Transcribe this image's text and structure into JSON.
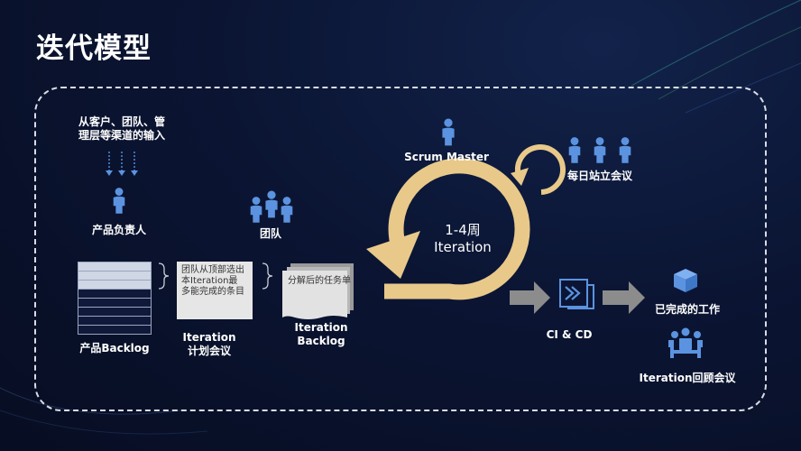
{
  "title": "迭代模型",
  "input": {
    "line1": "从客户、团队、管",
    "line2": "理层等渠道的输入"
  },
  "product_owner": "产品负责人",
  "team": "团队",
  "product_backlog": "产品Backlog",
  "planning_note": {
    "line1": "团队从顶部选出",
    "line2": "本Iteration最",
    "line3": "多能完成的条目"
  },
  "iteration_planning": {
    "line1": "Iteration",
    "line2": "计划会议"
  },
  "task_list": "分解后的任务单",
  "iteration_backlog": {
    "line1": "Iteration",
    "line2": "Backlog"
  },
  "scrum_master": "Scrum Master",
  "iteration_cycle": {
    "line1": "1-4周",
    "line2": "Iteration"
  },
  "daily_standup": "每日站立会议",
  "ci_cd": "CI & CD",
  "done_work": "已完成的工作",
  "retrospective": "Iteration回顾会议",
  "colors": {
    "accent_gold": "#e8c98a",
    "icon_blue": "#5b93e0",
    "arrow_gray": "#8c8c8c",
    "background": "#0b1533"
  }
}
